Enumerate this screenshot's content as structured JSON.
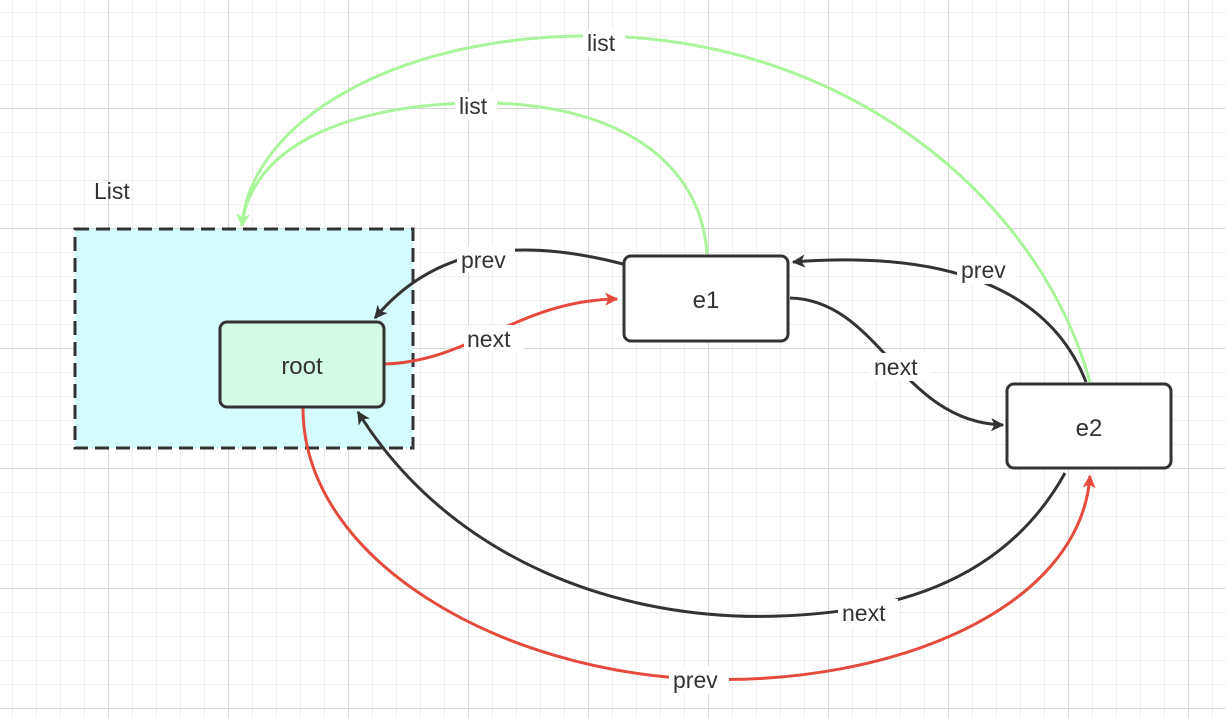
{
  "container": {
    "title": "List",
    "fill": "#d4fbfd",
    "stroke": "#333333"
  },
  "nodes": {
    "root": {
      "label": "root",
      "fill": "#d3fbe5"
    },
    "e1": {
      "label": "e1",
      "fill": "#ffffff"
    },
    "e2": {
      "label": "e2",
      "fill": "#ffffff"
    }
  },
  "colors": {
    "black_edge": "#333333",
    "red_edge": "#e44b3c",
    "green_edge": "#a9f59a"
  },
  "edges": {
    "e1_root_prev": "prev",
    "root_e1_next": "next",
    "e1_list": "list",
    "e2_list": "list",
    "e2_e1_prev": "prev",
    "e1_e2_next": "next",
    "e2_root_next": "next",
    "root_e2_prev": "prev"
  }
}
